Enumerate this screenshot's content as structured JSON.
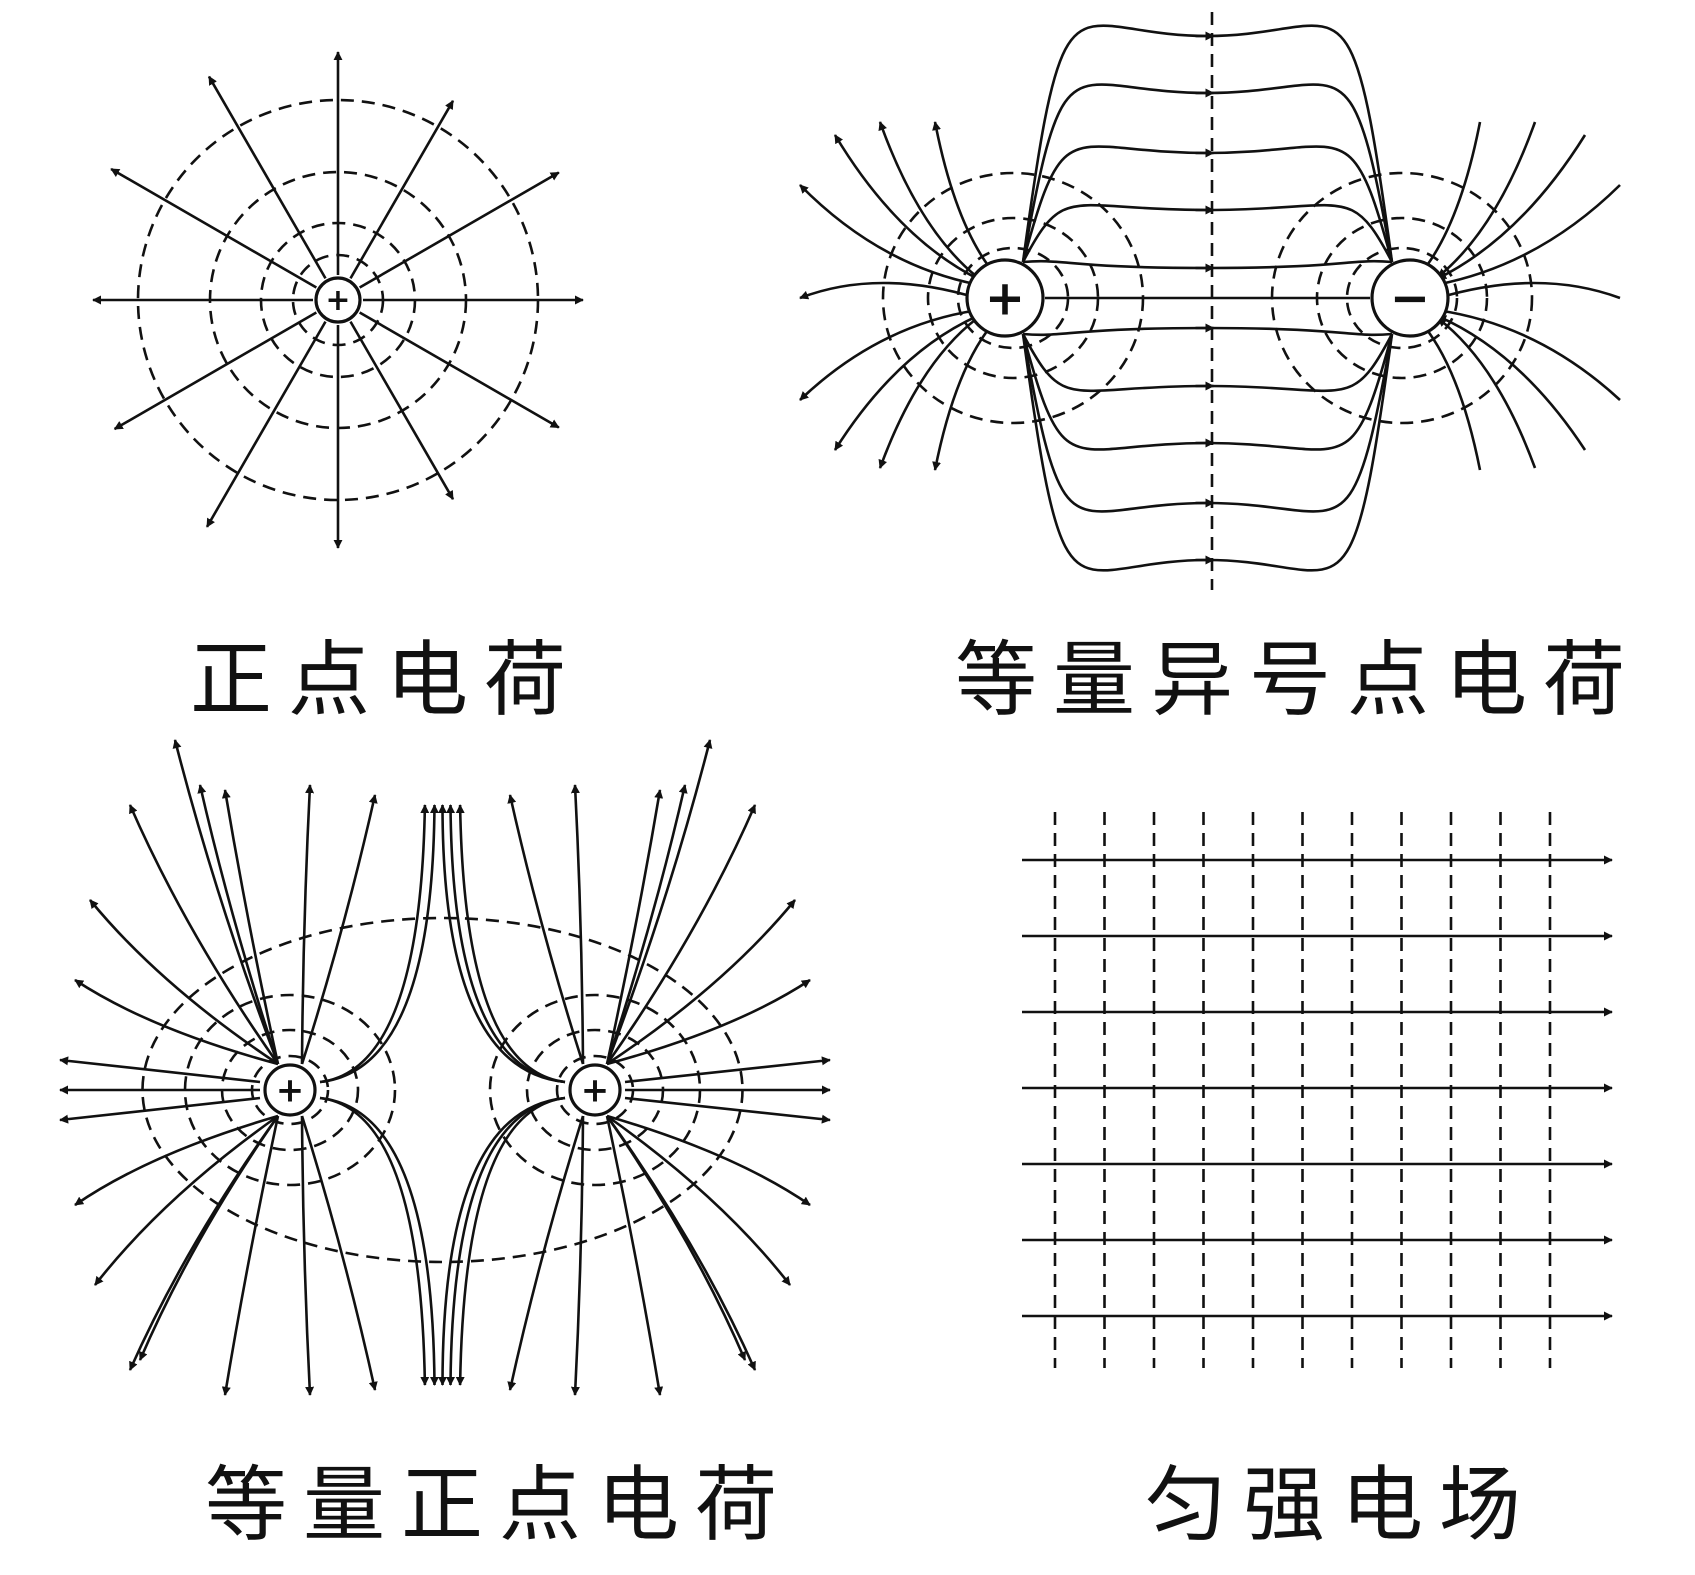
{
  "colors": {
    "ink": "#111111",
    "background": "#ffffff"
  },
  "charge_symbols": {
    "positive": "+",
    "negative": "−"
  },
  "panels": {
    "point_charge": {
      "caption": "正点电荷",
      "charges": [
        "positive"
      ]
    },
    "dipole": {
      "caption": "等量异号点电荷",
      "charges": [
        "positive",
        "negative"
      ]
    },
    "equal_positive": {
      "caption": "等量正点电荷",
      "charges": [
        "positive",
        "positive"
      ]
    },
    "uniform": {
      "caption": "匀强电场",
      "field_line_count": 7,
      "equipotential_line_count": 11
    }
  },
  "line_styles": {
    "field_line": "solid-with-arrows",
    "equipotential": "dashed"
  }
}
